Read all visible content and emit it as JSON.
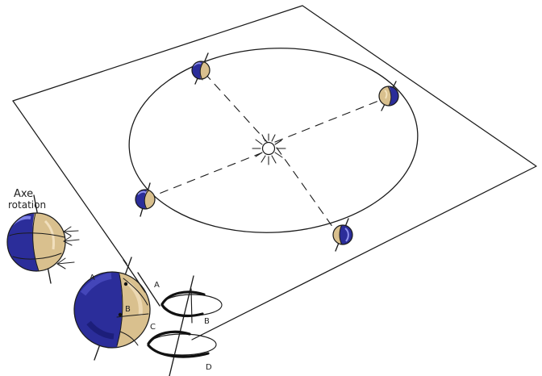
{
  "colors": {
    "night": "#2b2d9a",
    "night_dark": "#17196e",
    "day": "#d9c08e",
    "day_light": "#ead8ad",
    "line": "#1b1b1b",
    "sun": "#ffffff"
  },
  "labels": {
    "axe_rotation": [
      "Axe",
      "rotation"
    ],
    "point_a": "A",
    "point_b": "B",
    "point_c": "C",
    "point_d": "D",
    "globe_a": "A",
    "globe_b": "B"
  },
  "icons": {
    "sun": "sun-icon",
    "earth": "earth-icon",
    "rotation_arrow": "rotation-arrow-icon"
  }
}
